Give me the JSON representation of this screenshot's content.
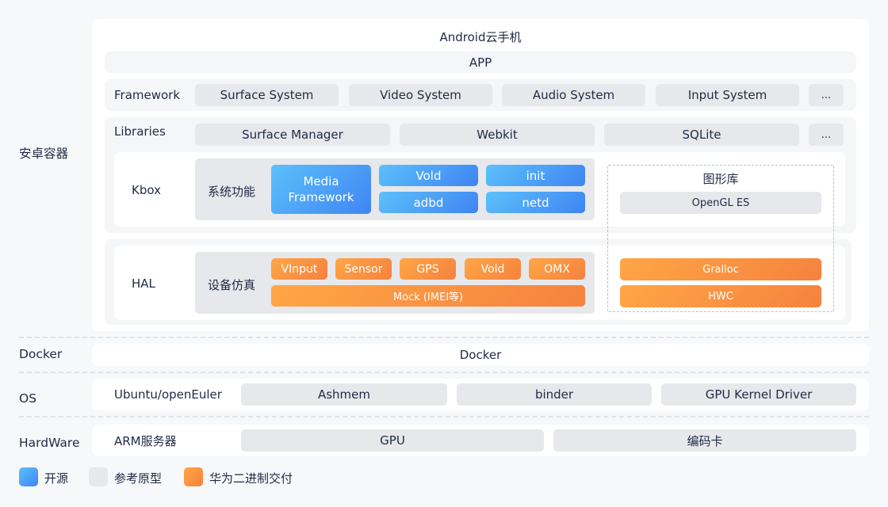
{
  "side_labels": {
    "android_container": "安卓容器",
    "docker": "Docker",
    "os": "OS",
    "hardware": "HardWare"
  },
  "android": {
    "title": "Android云手机",
    "app": "APP",
    "framework": {
      "label": "Framework",
      "items": [
        "Surface System",
        "Video System",
        "Audio System",
        "Input System",
        "..."
      ]
    },
    "libraries": {
      "label": "Libraries",
      "items": [
        "Surface Manager",
        "Webkit",
        "SQLite",
        "..."
      ]
    },
    "kbox": {
      "label": "Kbox",
      "group_label": "系统功能",
      "media": "Media Framework",
      "items": [
        "Vold",
        "init",
        "adbd",
        "netd"
      ]
    },
    "graphics": {
      "title": "图形库",
      "opengl": "OpenGL ES",
      "gralloc": "Gralloc",
      "hwc": "HWC"
    },
    "hal": {
      "label": "HAL",
      "group_label": "设备仿真",
      "items": [
        "VInput",
        "Sensor",
        "GPS",
        "Vold",
        "OMX"
      ],
      "mock": "Mock (IMEI等)"
    }
  },
  "docker": {
    "label": "Docker"
  },
  "os": {
    "label": "Ubuntu/openEuler",
    "items": [
      "Ashmem",
      "binder",
      "GPU Kernel Driver"
    ]
  },
  "hardware": {
    "label": "ARM服务器",
    "items": [
      "GPU",
      "编码卡"
    ]
  },
  "legend": [
    {
      "label": "开源",
      "color": "#4a9ff6"
    },
    {
      "label": "参考原型",
      "color": "#e6e8eb"
    },
    {
      "label": "华为二进制交付",
      "color": "#fb9443"
    }
  ]
}
